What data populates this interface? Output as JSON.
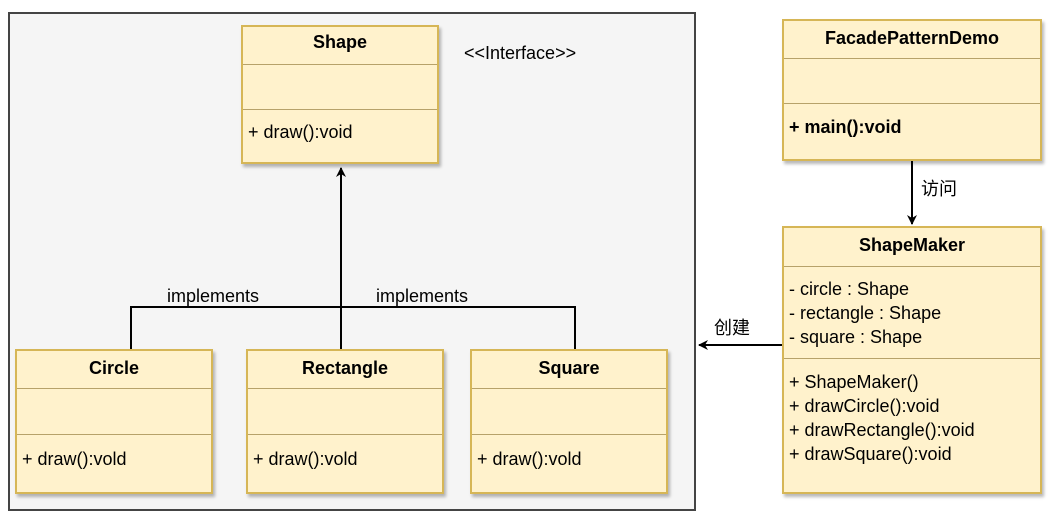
{
  "diagram": {
    "stereotype": "<<Interface>>",
    "classes": {
      "shape": {
        "name": "Shape",
        "operations": [
          "+ draw():void"
        ]
      },
      "circle": {
        "name": "Circle",
        "operations": [
          "+ draw():vold"
        ]
      },
      "rectangle": {
        "name": "Rectangle",
        "operations": [
          "+ draw():vold"
        ]
      },
      "square": {
        "name": "Square",
        "operations": [
          "+ draw():vold"
        ]
      },
      "facade_demo": {
        "name": "FacadePatternDemo",
        "operations": [
          "+ main():void"
        ]
      },
      "shape_maker": {
        "name": "ShapeMaker",
        "attributes": [
          "- circle : Shape",
          "- rectangle : Shape",
          "- square : Shape"
        ],
        "operations": [
          "+ ShapeMaker()",
          "+ drawCircle():void",
          "+ drawRectangle():void",
          "+ drawSquare():void"
        ]
      }
    },
    "edges": {
      "implements_left": "implements",
      "implements_right": "implements",
      "access": "访问",
      "create": "创建"
    },
    "colors": {
      "class_fill": "#fff2cc",
      "class_border": "#d6b656",
      "frame_fill": "#f5f5f5",
      "frame_border": "#444444",
      "line": "#000000"
    }
  }
}
